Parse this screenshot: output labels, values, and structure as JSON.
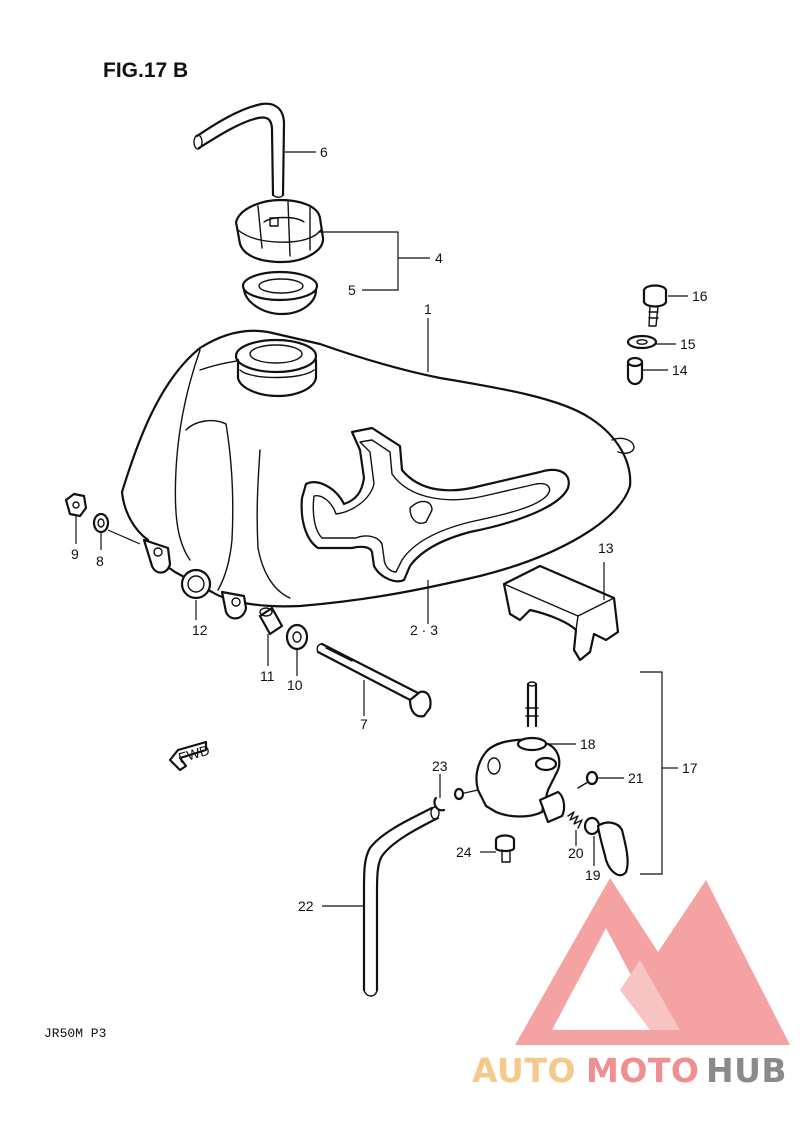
{
  "figure": {
    "title": "FIG.17 B",
    "model_code": "JR50M P3",
    "direction_label": "FWD"
  },
  "callouts": [
    {
      "id": "c1",
      "text": "1"
    },
    {
      "id": "c23",
      "text": "2 · 3"
    },
    {
      "id": "c4",
      "text": "4"
    },
    {
      "id": "c5",
      "text": "5"
    },
    {
      "id": "c6",
      "text": "6"
    },
    {
      "id": "c7",
      "text": "7"
    },
    {
      "id": "c8",
      "text": "8"
    },
    {
      "id": "c9",
      "text": "9"
    },
    {
      "id": "c10",
      "text": "10"
    },
    {
      "id": "c11",
      "text": "11"
    },
    {
      "id": "c12",
      "text": "12"
    },
    {
      "id": "c13",
      "text": "13"
    },
    {
      "id": "c14",
      "text": "14"
    },
    {
      "id": "c15",
      "text": "15"
    },
    {
      "id": "c16",
      "text": "16"
    },
    {
      "id": "c17",
      "text": "17"
    },
    {
      "id": "c18",
      "text": "18"
    },
    {
      "id": "c19",
      "text": "19"
    },
    {
      "id": "c20",
      "text": "20"
    },
    {
      "id": "c21",
      "text": "21"
    },
    {
      "id": "c22",
      "text": "22"
    },
    {
      "id": "c23b",
      "text": "23"
    },
    {
      "id": "c24",
      "text": "24"
    }
  ],
  "watermark": {
    "part1": "AUTO",
    "part2": "MOTO",
    "part3": "HUB",
    "colors": {
      "auto": "#f6c88a",
      "moto": "#f08f8f",
      "hub": "#8a8a8a",
      "logo": "#f28b8b"
    }
  }
}
